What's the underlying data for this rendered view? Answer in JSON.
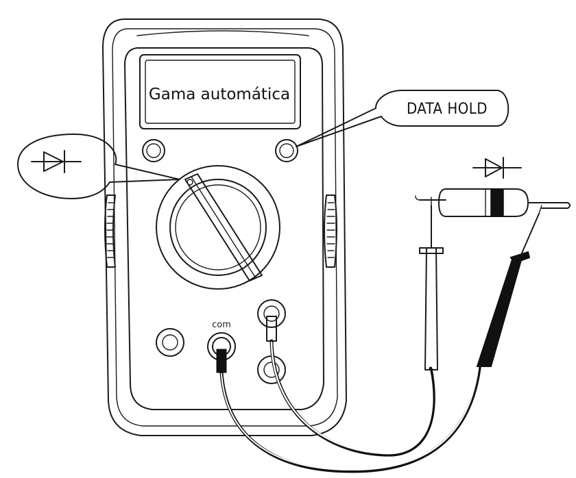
{
  "figure": {
    "display_label": "Gama automática",
    "callout_label": "DATA HOLD",
    "jack_label": "com",
    "icons": {
      "switch_callout": "diode-symbol-icon",
      "component_marker": "diode-symbol-icon"
    },
    "colors": {
      "line": "#1a1a1a",
      "background": "#ffffff",
      "black_lead": "#111111"
    }
  }
}
